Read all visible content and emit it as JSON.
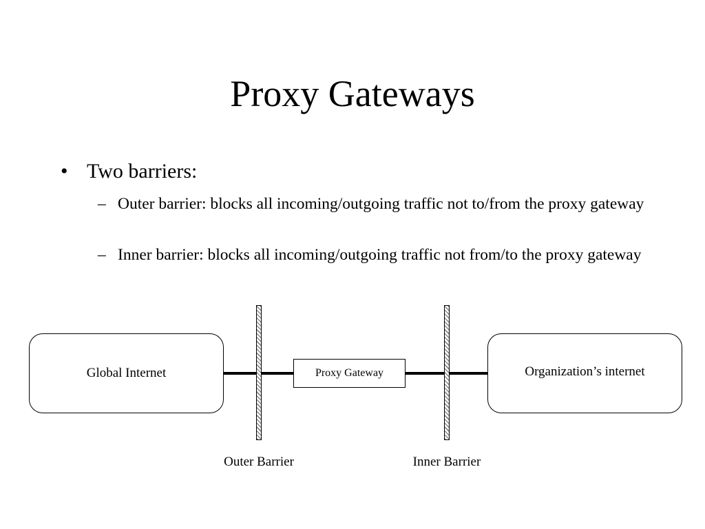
{
  "slide": {
    "title": "Proxy Gateways",
    "bullets": [
      {
        "marker": "•",
        "text": "Two barriers:",
        "sub_items": [
          {
            "marker": "–",
            "text": "Outer barrier: blocks all incoming/outgoing traffic not to/from the proxy gateway"
          },
          {
            "marker": "–",
            "text": "Inner barrier: blocks all incoming/outgoing traffic not from/to the proxy gateway"
          }
        ]
      }
    ]
  },
  "diagram": {
    "global_network": "Global Internet",
    "proxy_gateway": "Proxy Gateway",
    "org_network": "Organization’s internet",
    "outer_barrier": "Outer Barrier",
    "inner_barrier": "Inner Barrier"
  }
}
